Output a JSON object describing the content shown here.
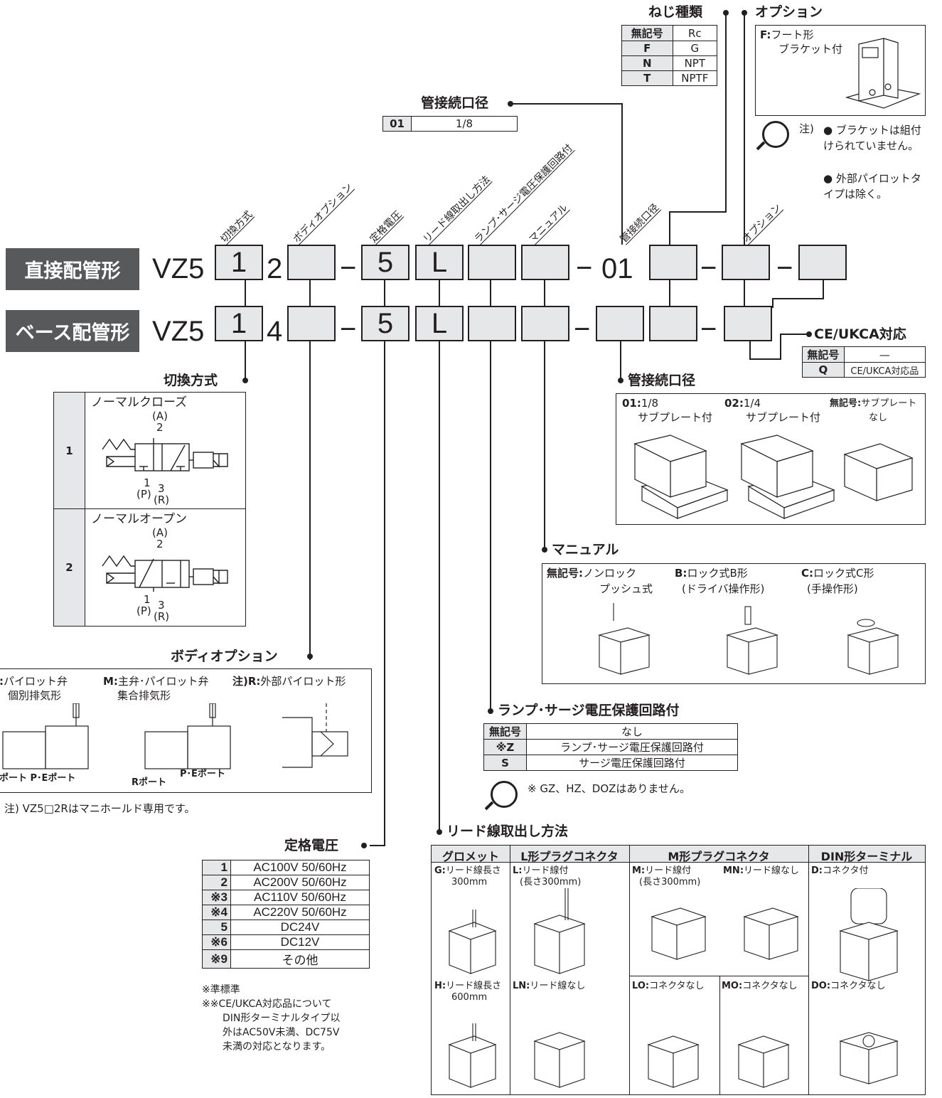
{
  "rows": [
    {
      "tag": "直接配管形",
      "model": "VZ5",
      "switch": "1",
      "body": "2",
      "voltage": "5",
      "lead": "L",
      "port": "01"
    },
    {
      "tag": "ベース配管形",
      "model": "VZ5",
      "switch": "1",
      "body": "4",
      "voltage": "5",
      "lead": "L",
      "port": ""
    }
  ],
  "dash": "−",
  "diagonal_labels": [
    "切換方式",
    "ボディオプション",
    "定格電圧",
    "リード線取出し方法",
    "ランプ･サージ電圧保護回路付",
    "マニュアル",
    "管接続口径",
    "オプション"
  ],
  "thread": {
    "title": "ねじ種類",
    "rows": [
      [
        "無記号",
        "Rc"
      ],
      [
        "F",
        "G"
      ],
      [
        "N",
        "NPT"
      ],
      [
        "T",
        "NPTF"
      ]
    ]
  },
  "option": {
    "title": "オプション",
    "code": "F:",
    "line1": "フート形",
    "line2": "ブラケット付",
    "note_mark": "注)",
    "notes": [
      "ブラケットは組付けられていません。",
      "外部パイロットタイプは除く。"
    ]
  },
  "port_top": {
    "title": "管接続口径",
    "code": "01",
    "value": "1/8"
  },
  "ce": {
    "title": "CE/UKCA対応",
    "rows": [
      [
        "無記号",
        "—"
      ],
      [
        "Q",
        "CE/UKCA対応品"
      ]
    ]
  },
  "port_base": {
    "title": "管接続口径",
    "items": [
      {
        "code": "01:",
        "size": "1/8",
        "desc": "サブプレート付"
      },
      {
        "code": "02:",
        "size": "1/4",
        "desc": "サブプレート付"
      },
      {
        "code": "無記号:",
        "size": "サブプレート",
        "desc": "なし"
      }
    ]
  },
  "switching": {
    "title": "切換方式",
    "items": [
      {
        "code": "1",
        "name": "ノーマルクローズ"
      },
      {
        "code": "2",
        "name": "ノーマルオープン"
      }
    ],
    "ports": {
      "a": "(A)",
      "two": "2",
      "one": "1",
      "p": "(P)",
      "three": "3",
      "r": "(R)"
    }
  },
  "manual": {
    "title": "マニュアル",
    "items": [
      {
        "code": "無記号:",
        "l1": "ノンロック",
        "l2": "プッシュ式"
      },
      {
        "code": "B:",
        "l1": "ロック式B形",
        "l2": "(ドライバ操作形)"
      },
      {
        "code": "C:",
        "l1": "ロック式C形",
        "l2": "(手操作形)"
      }
    ]
  },
  "body_option": {
    "title": "ボディオプション",
    "items": [
      {
        "code": ":",
        "l1": "パイロット弁",
        "l2": "個別排気形",
        "ports": "ポート P･Eポート"
      },
      {
        "code": "M:",
        "l1": "主弁･パイロット弁",
        "l2": "集合排気形",
        "ports_r": "Rポート",
        "ports": "P･Eポート"
      },
      {
        "code": "注)R:",
        "l1": "外部パイロット形",
        "l2": ""
      }
    ],
    "note": "注) VZ5□2Rはマニホールド専用です。"
  },
  "lamp": {
    "title": "ランプ･サージ電圧保護回路付",
    "rows": [
      [
        "無記号",
        "なし"
      ],
      [
        "※Z",
        "ランプ･サージ電圧保護回路付"
      ],
      [
        "S",
        "サージ電圧保護回路付"
      ]
    ],
    "note": "※ GZ、HZ、DOZはありません。"
  },
  "voltage": {
    "title": "定格電圧",
    "rows": [
      [
        "1",
        "AC100V 50/60Hz"
      ],
      [
        "2",
        "AC200V 50/60Hz"
      ],
      [
        "※3",
        "AC110V 50/60Hz"
      ],
      [
        "※4",
        "AC220V 50/60Hz"
      ],
      [
        "5",
        "DC24V"
      ],
      [
        "※6",
        "DC12V"
      ],
      [
        "※9",
        "その他"
      ]
    ],
    "notes": [
      "※準標準",
      "※※CE/UKCA対応品について",
      "DIN形ターミナルタイプ以",
      "外はAC50V未満、DC75V",
      "未満の対応となります。"
    ]
  },
  "lead": {
    "title": "リード線取出し方法",
    "headers": [
      "グロメット",
      "L形プラグコネクタ",
      "M形プラグコネクタ",
      "DIN形ターミナル"
    ],
    "top": [
      {
        "code": "G:",
        "l1": "リード線長さ",
        "l2": "300mm"
      },
      {
        "code": "L:",
        "l1": "リード線付",
        "l2": "(長さ300mm)"
      },
      {
        "code": "M:",
        "l1": "リード線付",
        "l2": "(長さ300mm)"
      },
      {
        "code": "MN:",
        "l1": "リード線なし",
        "l2": ""
      },
      {
        "code": "D:",
        "l1": "コネクタ付",
        "l2": ""
      }
    ],
    "bottom": [
      {
        "code": "H:",
        "l1": "リード線長さ",
        "l2": "600mm"
      },
      {
        "code": "LN:",
        "l1": "リード線なし",
        "l2": ""
      },
      {
        "code": "LO:",
        "l1": "コネクタなし",
        "l2": ""
      },
      {
        "code": "MO:",
        "l1": "コネクタなし",
        "l2": ""
      },
      {
        "code": "DO:",
        "l1": "コネクタなし",
        "l2": ""
      }
    ]
  }
}
